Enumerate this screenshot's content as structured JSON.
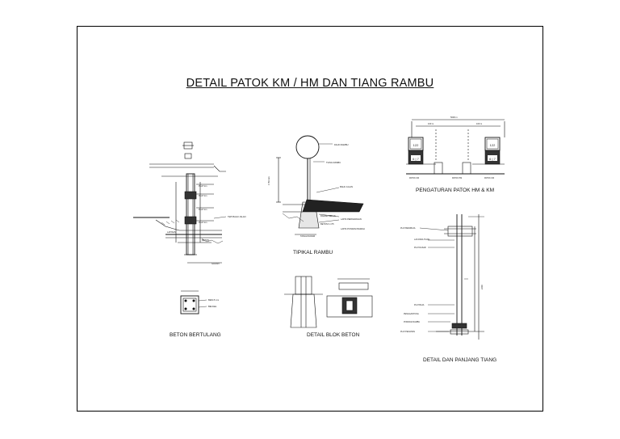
{
  "title": "DETAIL PATOK KM / HM DAN TIANG RAMBU",
  "captions": {
    "tipikal": "TIPIKAL RAMBU",
    "pengaturan": "PENGATURAN PATOK HM & KM",
    "beton": "BETON BERTULANG",
    "blok": "DETAIL BLOK BETON",
    "tiang": "DETAIL DAN PANJANG TIANG"
  },
  "markers": {
    "km_top": "122",
    "km_bottom": "6 | 7"
  }
}
